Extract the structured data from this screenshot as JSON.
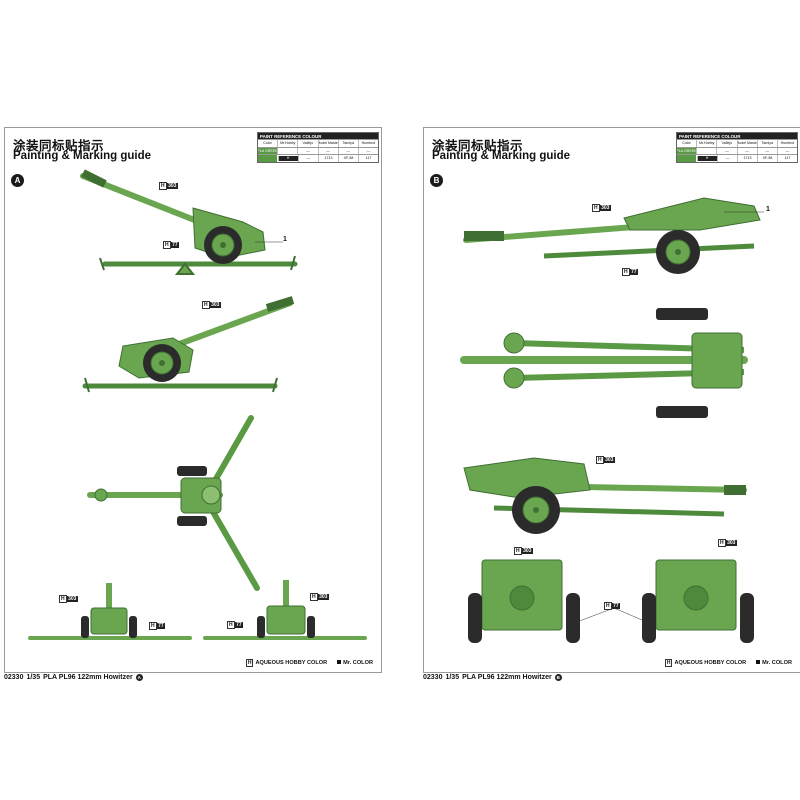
{
  "sheets": [
    {
      "id": "A",
      "title_cn": "涂装同标贴指示",
      "title_en": "Painting & Marking guide",
      "variant": "A",
      "colour_table": {
        "title": "PAINT  REFERENCE COLOUR",
        "headers": [
          "Color",
          "Mr.Hobby",
          "Vallejo",
          "Model Master",
          "Tamiya",
          "Humbrol"
        ],
        "rows": [
          [
            "PLA GREEN",
            "",
            "—",
            "—",
            "—",
            "—"
          ],
          [
            "",
            "H",
            "—",
            "1713",
            "XF-58",
            "117"
          ]
        ]
      },
      "callouts": [
        {
          "h": "H",
          "n": "303",
          "label": "h303-a1"
        },
        {
          "h": "H",
          "n": "77",
          "label": "h77-a1"
        },
        {
          "h": "H",
          "n": "303",
          "label": "h303-a2"
        },
        {
          "h": "H",
          "n": "303",
          "label": "h303-a3"
        },
        {
          "h": "H",
          "n": "77",
          "label": "h77-a2"
        },
        {
          "h": "H",
          "n": "303",
          "label": "h303-a4"
        },
        {
          "h": "H",
          "n": "77",
          "label": "h77-a3"
        }
      ],
      "part_number": "1",
      "legend": {
        "aqueous": "AQUEOUS HOBBY COLOR",
        "h": "H",
        "mr": "Mr. COLOR"
      },
      "footer": {
        "code": "02330",
        "scale": "1/35",
        "name": "PLA PL96 122mm Howitzer",
        "variant": "A"
      }
    },
    {
      "id": "B",
      "title_cn": "涂装同标贴指示",
      "title_en": "Painting & Marking guide",
      "variant": "B",
      "colour_table": {
        "title": "PAINT  REFERENCE COLOUR",
        "headers": [
          "Color",
          "Mr.Hobby",
          "Vallejo",
          "Model Master",
          "Tamiya",
          "Humbrol"
        ],
        "rows": [
          [
            "PLA GREEN",
            "",
            "—",
            "—",
            "—",
            "—"
          ],
          [
            "",
            "H",
            "—",
            "1713",
            "XF-58",
            "117"
          ]
        ]
      },
      "callouts": [
        {
          "h": "H",
          "n": "303",
          "label": "h303-b1"
        },
        {
          "h": "H",
          "n": "77",
          "label": "h77-b1"
        },
        {
          "h": "H",
          "n": "303",
          "label": "h303-b2"
        },
        {
          "h": "H",
          "n": "303",
          "label": "h303-b3"
        },
        {
          "h": "H",
          "n": "303",
          "label": "h303-b4"
        },
        {
          "h": "H",
          "n": "77",
          "label": "h77-b2"
        }
      ],
      "part_number": "1",
      "legend": {
        "aqueous": "AQUEOUS HOBBY COLOR",
        "h": "H",
        "mr": "Mr. COLOR"
      },
      "footer": {
        "code": "02330",
        "scale": "1/35",
        "name": "PLA PL96 122mm Howitzer",
        "variant": "B"
      }
    }
  ],
  "colors": {
    "gun_green": "#6aa650",
    "gun_dark": "#3f6f32",
    "gun_light": "#8cc070",
    "tyre": "#2b2b2b"
  }
}
